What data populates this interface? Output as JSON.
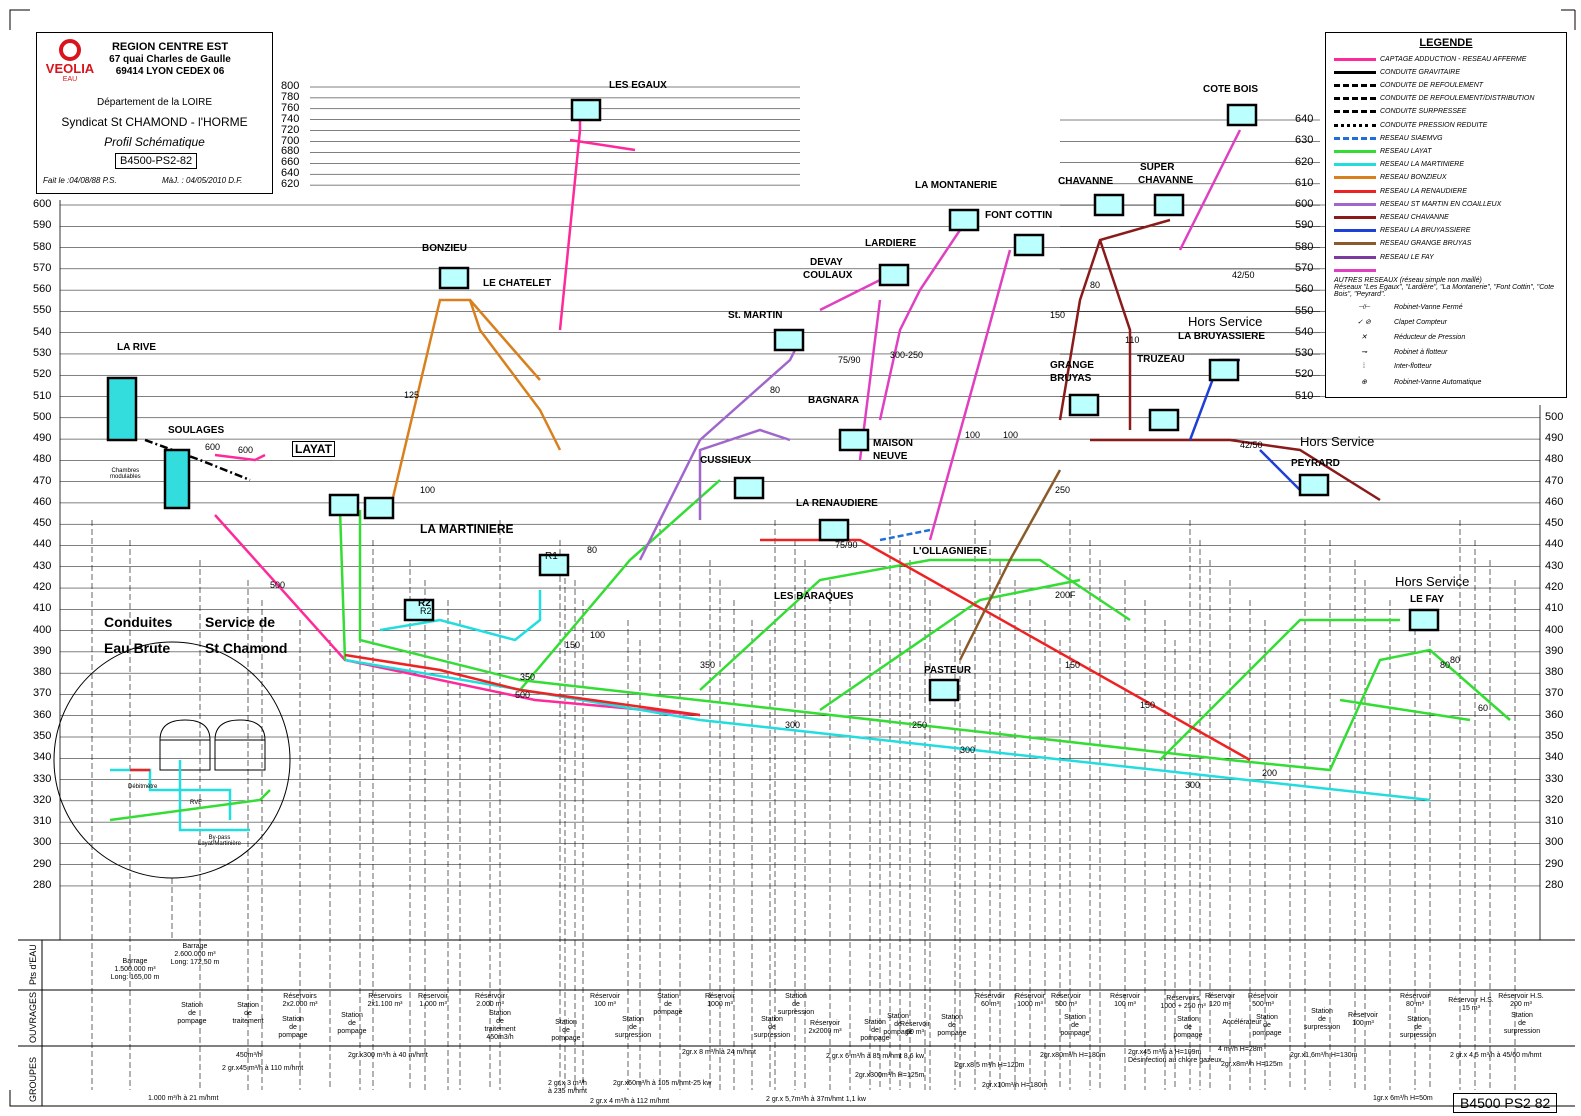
{
  "title_block": {
    "company": "VEOLIA",
    "company_sub": "EAU",
    "region": "REGION CENTRE EST",
    "address1": "67 quai Charles de Gaulle",
    "address2": "69414 LYON CEDEX 06",
    "department": "Département de la LOIRE",
    "syndicat": "Syndicat St CHAMOND - l'HORME",
    "doc_type": "Profil Schématique",
    "ref": "B4500-PS2-82",
    "made": "Fait le :04/08/88 P.S.",
    "updated": "MàJ. : 04/05/2010 D.F."
  },
  "bottom_ref": "B4500 PS2 82",
  "scale_left": [
    "600",
    "590",
    "580",
    "570",
    "560",
    "550",
    "540",
    "530",
    "520",
    "510",
    "500",
    "490",
    "480",
    "470",
    "460",
    "450",
    "440",
    "430",
    "420",
    "410",
    "400",
    "390",
    "380",
    "370",
    "360",
    "350",
    "340",
    "330",
    "320",
    "310",
    "300",
    "290",
    "280"
  ],
  "scale_top_left": [
    "800",
    "780",
    "760",
    "740",
    "720",
    "700",
    "680",
    "660",
    "640",
    "620"
  ],
  "scale_right": [
    "500",
    "490",
    "480",
    "470",
    "460",
    "450",
    "440",
    "430",
    "420",
    "410",
    "400",
    "390",
    "380",
    "370",
    "360",
    "350",
    "340",
    "330",
    "320",
    "310",
    "300",
    "290",
    "280"
  ],
  "scale_right_upper": [
    "640",
    "630",
    "620",
    "610",
    "600",
    "590",
    "580",
    "570",
    "560",
    "550",
    "540",
    "530",
    "520",
    "510"
  ],
  "legend": {
    "title": "LEGENDE",
    "items": [
      {
        "label": "CAPTAGE ADDUCTION - RESEAU AFFERME",
        "color": "#ff2a9a",
        "style": "solid"
      },
      {
        "label": "CONDUITE GRAVITAIRE",
        "color": "#000000",
        "style": "solid"
      },
      {
        "label": "CONDUITE DE REFOULEMENT",
        "color": "#000000",
        "style": "dash"
      },
      {
        "label": "CONDUITE DE REFOULEMENT/DISTRIBUTION",
        "color": "#000000",
        "style": "dashdot"
      },
      {
        "label": "CONDUITE SURPRESSEE",
        "color": "#000000",
        "style": "longdash"
      },
      {
        "label": "CONDUITE PRESSION REDUITE",
        "color": "#000000",
        "style": "dot"
      },
      {
        "label": "RESEAU SIAEMVG",
        "color": "#1e6fd9",
        "style": "dashdot"
      },
      {
        "label": "RESEAU LAYAT",
        "color": "#33dd33",
        "style": "solid"
      },
      {
        "label": "RESEAU LA MARTINIERE",
        "color": "#22dddd",
        "style": "solid"
      },
      {
        "label": "RESEAU BONZIEUX",
        "color": "#d9801e",
        "style": "solid"
      },
      {
        "label": "RESEAU LA RENAUDIERE",
        "color": "#ee2222",
        "style": "solid"
      },
      {
        "label": "RESEAU ST MARTIN EN COAILLEUX",
        "color": "#a066cc",
        "style": "solid"
      },
      {
        "label": "RESEAU CHAVANNE",
        "color": "#8b1a1a",
        "style": "solid"
      },
      {
        "label": "RESEAU LA BRUYASSIERE",
        "color": "#1f3fd6",
        "style": "solid"
      },
      {
        "label": "RESEAU GRANGE BRUYAS",
        "color": "#8a5a2a",
        "style": "solid"
      },
      {
        "label": "RESEAU LE FAY",
        "color": "#7a3aa0",
        "style": "solid"
      },
      {
        "label": "AUTRES RESEAUX",
        "color": "#e040c0",
        "style": "solid"
      }
    ],
    "note_suffix": "(réseau simple non maillé)",
    "note": "Réseaux \"Les Egaux\", \"Lardière\", \"La Montanerie\", \"Font Cottin\", \"Cote Bois\", \"Peyrard\".",
    "symbols": [
      "Robinet-Vanne Fermé",
      "Clapet  Compteur",
      "Réducteur de Pression",
      "Robinet à flotteur",
      "Inter-flotteur",
      "Robinet-Vanne Automatique"
    ]
  },
  "sites": [
    {
      "name": "LA RIVE"
    },
    {
      "name": "SOULAGES"
    },
    {
      "name": "LAYAT"
    },
    {
      "name": "BONZIEU"
    },
    {
      "name": "LE CHATELET"
    },
    {
      "name": "LES EGAUX"
    },
    {
      "name": "LA MARTINIERE"
    },
    {
      "name": "R2"
    },
    {
      "name": "R1"
    },
    {
      "name": "St. MARTIN"
    },
    {
      "name": "DEVAY"
    },
    {
      "name": "COULAUX"
    },
    {
      "name": "LARDIERE"
    },
    {
      "name": "BAGNARA"
    },
    {
      "name": "CUSSIEUX"
    },
    {
      "name": "MAISON"
    },
    {
      "name": "NEUVE"
    },
    {
      "name": "LA RENAUDIERE"
    },
    {
      "name": "LES BARAQUES"
    },
    {
      "name": "L'OLLAGNIERE"
    },
    {
      "name": "PASTEUR"
    },
    {
      "name": "LA MONTANERIE"
    },
    {
      "name": "FONT COTTIN"
    },
    {
      "name": "CHAVANNE"
    },
    {
      "name": "SUPER"
    },
    {
      "name": "CHAVANNE"
    },
    {
      "name": "COTE BOIS"
    },
    {
      "name": "GRANGE"
    },
    {
      "name": "BRUYAS"
    },
    {
      "name": "TRUZEAU"
    },
    {
      "name": "LA BRUYASSIERE"
    },
    {
      "name": "PEYRARD"
    },
    {
      "name": "LE FAY"
    }
  ],
  "hors_service": [
    "Hors Service",
    "Hors Service",
    "Hors Service"
  ],
  "big_labels": {
    "c1": "Conduites",
    "c2": "Eau Brute",
    "s1": "Service de",
    "s2": "St Chamond"
  },
  "rows": {
    "pts": "Pts d'EAU",
    "ouvrages": "OUVRAGES",
    "groupes": "GROUPES"
  },
  "pts_eau": [
    {
      "text": "Barrage\n1.500.000 m³\nLong: 165,00 m"
    },
    {
      "text": "Barrage\n2.600.000 m³\nLong: 172,50 m"
    }
  ],
  "ouvrages": [
    "Station\nde\npompage",
    "Station\nde\ntraitement",
    "Réservoirs\n2x2.000 m³",
    "Station\nde\npompage",
    "Station\nde\npompage",
    "Réservoirs\n2x1.100 m³",
    "Réservoir\n1.000 m³",
    "Réservoir\n2.000 m³",
    "Station\nde\ntraitement 450m3/h",
    "Station\nde\npompage",
    "Réservoir\n100 m³",
    "Station\nde\nsurpression",
    "Station\nde\npompage",
    "Réservoir\n1000 m³",
    "Station\nde\nsurpression",
    "Station\nde\nsurpression",
    "Réservoir\n2x2000 m³",
    "Station\nde\npompage",
    "Réservoir\n60 m³",
    "Station\nde\npompage",
    "Station\nde\npompage",
    "Réservoir\n60 m³",
    "Réservoir\n1000 m³",
    "Station\nde\npompage",
    "Réservoir\n500 m³",
    "Réservoir\n100 m³",
    "Réservoirs\n1000 + 250 m³",
    "Station\nde\npompage",
    "Réservoir\n120 m³",
    "Accélérateur",
    "Réservoir\n500 m³",
    "Station\nde\npompage",
    "Station\nde\nsurpression",
    "Réservoir\n100 m³",
    "Réservoir\n80 m³",
    "Station\nde\nsurpression",
    "Réservoir H.S.\n15 m³",
    "Réservoir H.S.\n200 m³",
    "Station\nde\nsurpression"
  ],
  "groupes": [
    "1.000 m³/h à 21 m/hmt",
    "450m³/h",
    "2 gr.x45 m³/h à 110 m/hmt",
    "2gr.x300 m³/h à 40 m/hmt",
    "2 gr.x 3 m³/h\nà 235 m/hmt",
    "2 gr.x 4 m³/h à 112 m/hmt",
    "2gr.x60m³/h à 105 m/hmt-25 kw",
    "2gr.x 8 m³/h à 24 m/hmt",
    "2 gr.x 6 m³/h à 85 m/hmt 8,6 kw",
    "2 gr.x 5,7m³/h à 37m/hmt 1,1 kw",
    "2gr.x300m³/h H=125m",
    "2gr.x8,5 m³/h H=120m",
    "2gr.x10m³/h H=180m",
    "2gr.x80m³/h H=180m",
    "2gr.x45 m³/h à H=109m\nDésinfection au chlore gazeux",
    "4 m³/h H=28m",
    "2gr.x8m³/h H=125m",
    "2gr.x1,6m³/h H=130m",
    "1gr.x 6m³/h H=50m",
    "2 gr.x 4,5 m³/h à 45/60 m/hmt"
  ],
  "pipe_labels": [
    "500",
    "500",
    "600",
    "600",
    "125",
    "100",
    "350",
    "350",
    "300",
    "300",
    "300",
    "250",
    "200",
    "150",
    "150",
    "100",
    "80",
    "80",
    "60",
    "75/90",
    "42/50",
    "42/50",
    "200F",
    "250",
    "150",
    "110",
    "80",
    "100",
    "100",
    "80",
    "75/90",
    "80",
    "300-250",
    "150",
    "R2"
  ],
  "notes": [
    "Débitmètre",
    "RVF",
    "By-pass\nLayat/Martinière",
    "Chambres\nmodulables"
  ]
}
